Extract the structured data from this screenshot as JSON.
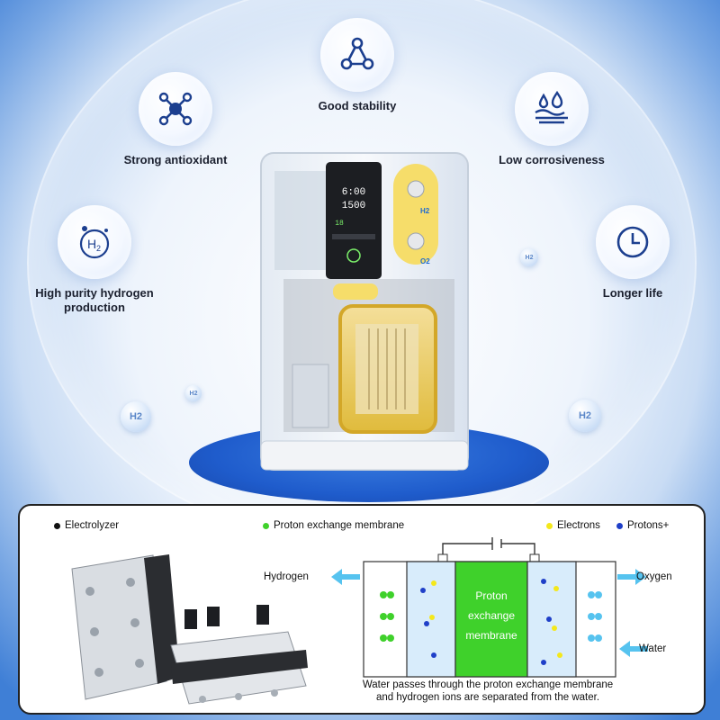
{
  "features": [
    {
      "label": "Good stability",
      "icon": "triangle-network-icon"
    },
    {
      "label": "Strong antioxidant",
      "icon": "molecule-icon"
    },
    {
      "label": "Low corrosiveness",
      "icon": "droplet-surface-icon"
    },
    {
      "label": "High purity hydrogen production",
      "label_line1": "High purity hydrogen",
      "label_line2": "production",
      "icon": "h2-icon"
    },
    {
      "label": "Longer life",
      "icon": "clock-icon"
    }
  ],
  "bubble_text": "H2",
  "device": {
    "screen": {
      "time1": "6:00",
      "time2": "1500",
      "mini_value": "18"
    },
    "port_labels": [
      "H2",
      "O2"
    ]
  },
  "diagram": {
    "legend": [
      {
        "label": "Electrolyzer",
        "color": "#111111"
      },
      {
        "label": "Proton exchange membrane",
        "color": "#3fd12b"
      },
      {
        "label": "Electrons",
        "color": "#f4e81b"
      },
      {
        "label": "Protons+",
        "color": "#1f3fc8"
      }
    ],
    "membrane_label_lines": [
      "Proton",
      "exchange",
      "membrane"
    ],
    "hydrogen_label": "Hydrogen",
    "oxygen_label": "Oxygen",
    "water_label": "Water",
    "caption_line1": "Water passes through the proton exchange membrane",
    "caption_line2": "and hydrogen ions are separated from the water.",
    "colors": {
      "membrane": "#3fd12b",
      "water": "#d8ecfb",
      "arrow": "#56c3ef"
    }
  }
}
